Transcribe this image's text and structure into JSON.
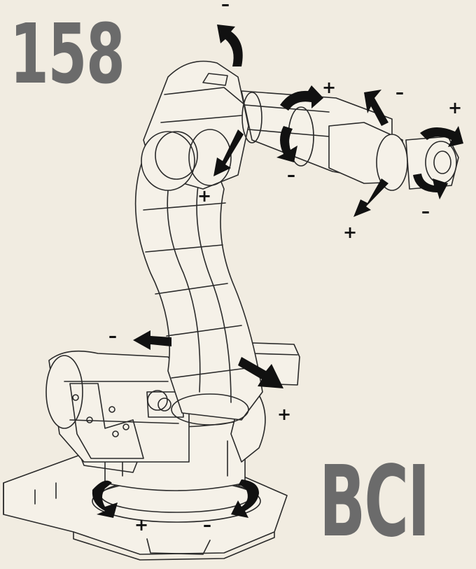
{
  "labels": {
    "number": "158",
    "code": "BCI"
  },
  "colors": {
    "background": "#f1ece1",
    "line": "#2a2a2a",
    "arrow": "#111111",
    "label": "#6b6b6b"
  },
  "signs": {
    "minus": "–",
    "plus": "+"
  },
  "axes": [
    {
      "name": "axis-1",
      "neg": "–",
      "pos": "+"
    },
    {
      "name": "axis-2",
      "neg": "–",
      "pos": "+"
    },
    {
      "name": "axis-3",
      "neg": "–",
      "pos": "+"
    },
    {
      "name": "axis-4",
      "neg": "–",
      "pos": "+"
    },
    {
      "name": "axis-5",
      "neg": "–",
      "pos": "+"
    },
    {
      "name": "axis-6",
      "neg": "–",
      "pos": "+"
    }
  ]
}
